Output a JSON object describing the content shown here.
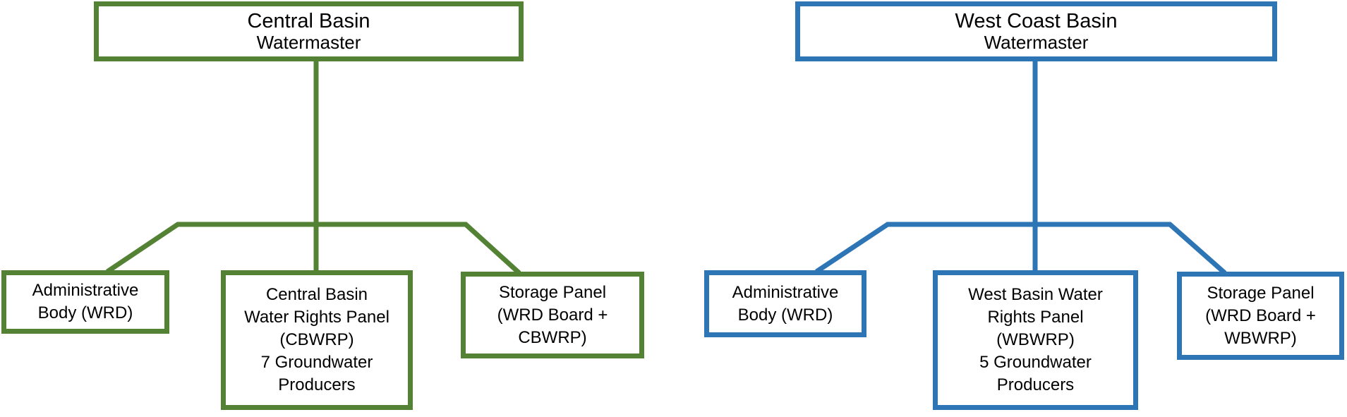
{
  "diagrams": [
    {
      "accent_color": "#548235",
      "root": {
        "line1": "Central Basin",
        "line2": "Watermaster"
      },
      "children": [
        {
          "text": "Administrative\nBody (WRD)"
        },
        {
          "text": "Central Basin\nWater Rights Panel\n(CBWRP)\n7 Groundwater\nProducers"
        },
        {
          "text": "Storage Panel\n(WRD Board +\nCBWRP)"
        }
      ]
    },
    {
      "accent_color": "#2E75B6",
      "root": {
        "line1": "West Coast Basin",
        "line2": "Watermaster"
      },
      "children": [
        {
          "text": "Administrative\nBody (WRD)"
        },
        {
          "text": "West Basin Water\nRights Panel\n(WBWRP)\n5 Groundwater\nProducers"
        },
        {
          "text": "Storage Panel\n(WRD Board +\nWBWRP)"
        }
      ]
    }
  ]
}
